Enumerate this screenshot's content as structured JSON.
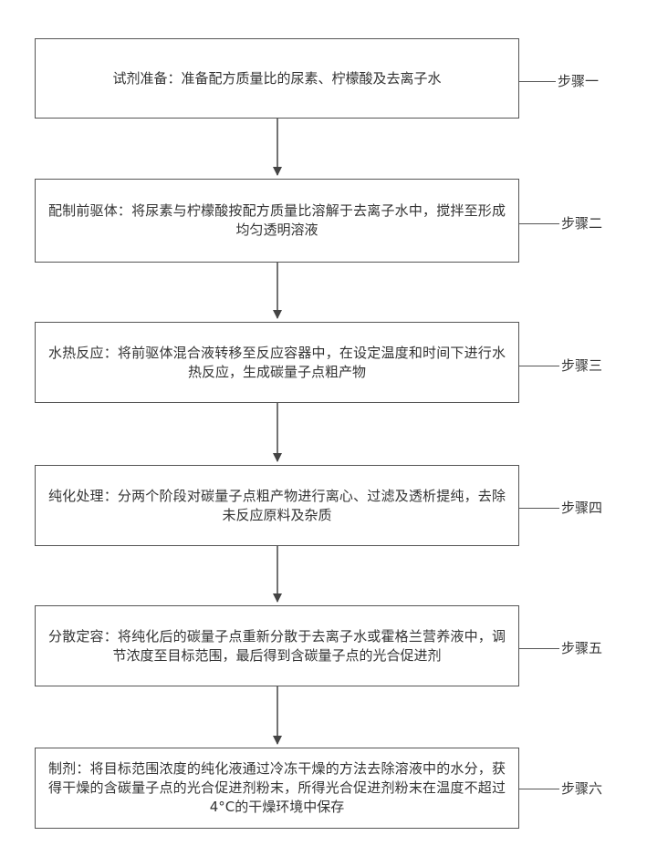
{
  "steps": [
    {
      "text": "试剂准备：准备配方质量比的尿素、柠檬酸及去离子水",
      "label": "步骤一"
    },
    {
      "text": "配制前驱体：将尿素与柠檬酸按配方质量比溶解于去离子水中，搅拌至形成均匀透明溶液",
      "label": "步骤二"
    },
    {
      "text": "水热反应：将前驱体混合液转移至反应容器中，在设定温度和时间下进行水热反应，生成碳量子点粗产物",
      "label": "步骤三"
    },
    {
      "text": "纯化处理：分两个阶段对碳量子点粗产物进行离心、过滤及透析提纯，去除未反应原料及杂质",
      "label": "步骤四"
    },
    {
      "text": "分散定容：将纯化后的碳量子点重新分散于去离子水或霍格兰营养液中，调节浓度至目标范围，最后得到含碳量子点的光合促进剂",
      "label": "步骤五"
    },
    {
      "text": "制剂：将目标范围浓度的纯化液通过冷冻干燥的方法去除溶液中的水分，获得干燥的含碳量子点的光合促进剂粉末，所得光合促进剂粉末在温度不超过4°C的干燥环境中保存",
      "label": "步骤六"
    }
  ]
}
